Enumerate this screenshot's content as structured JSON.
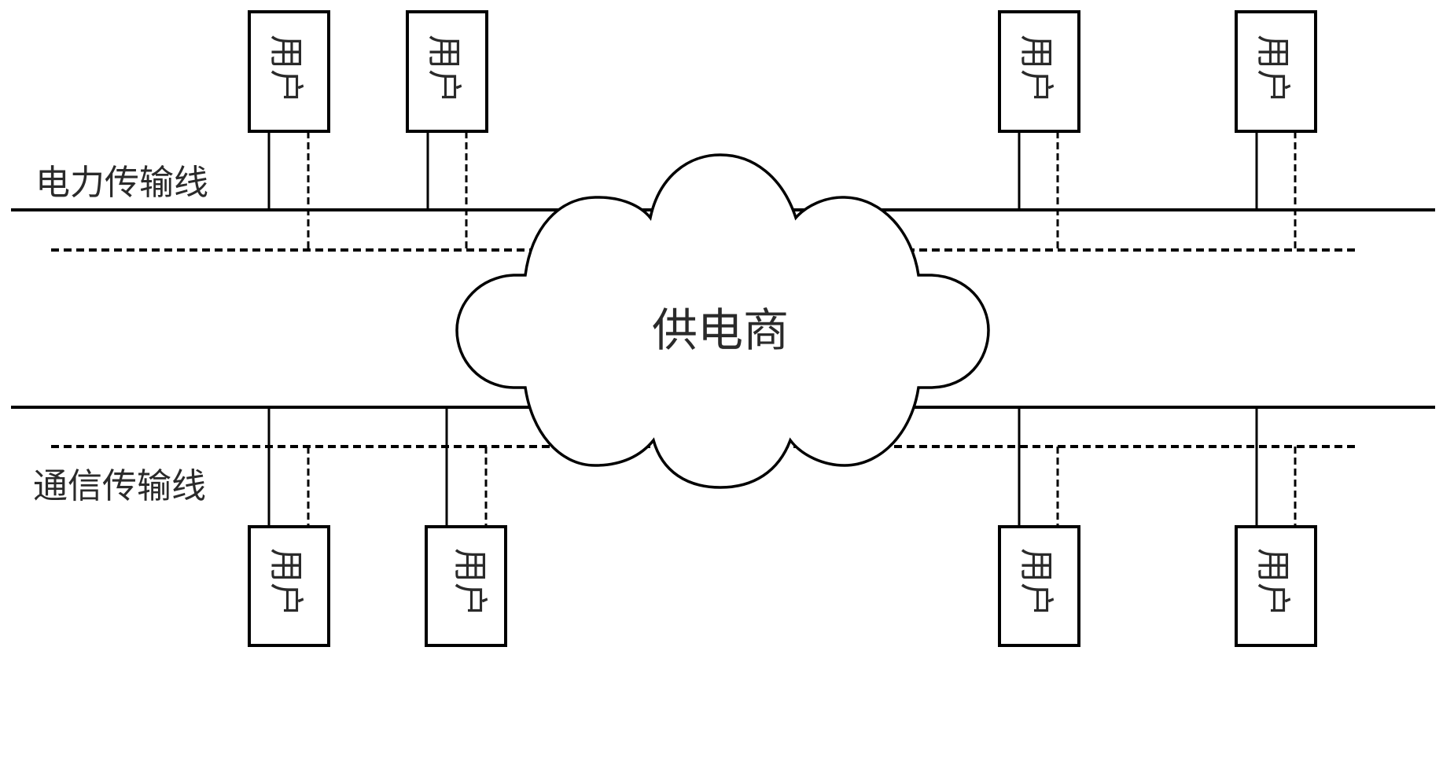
{
  "diagram": {
    "title": "供电商 power line / communication line topology",
    "provider": {
      "label": "供电商",
      "icon": "cloud-shape"
    },
    "lines": {
      "power": {
        "label": "电力传输线",
        "style": "solid"
      },
      "communication": {
        "label": "通信传输线",
        "style": "dashed"
      }
    },
    "user_label": "用户",
    "users_top": [
      {
        "id": "top-1",
        "label": "用户",
        "connects": [
          "power-line-solid",
          "power-line-dashed"
        ]
      },
      {
        "id": "top-2",
        "label": "用户",
        "connects": [
          "power-line-solid",
          "power-line-dashed"
        ]
      },
      {
        "id": "top-3",
        "label": "用户",
        "connects": [
          "power-line-solid",
          "power-line-dashed"
        ]
      },
      {
        "id": "top-4",
        "label": "用户",
        "connects": [
          "power-line-solid",
          "power-line-dashed"
        ]
      }
    ],
    "users_bottom": [
      {
        "id": "bottom-1",
        "label": "用户",
        "connects": [
          "comm-line-solid",
          "comm-line-dashed"
        ]
      },
      {
        "id": "bottom-2",
        "label": "用户",
        "connects": [
          "comm-line-solid",
          "comm-line-dashed"
        ]
      },
      {
        "id": "bottom-3",
        "label": "用户",
        "connects": [
          "comm-line-solid",
          "comm-line-dashed"
        ]
      },
      {
        "id": "bottom-4",
        "label": "用户",
        "connects": [
          "comm-line-solid",
          "comm-line-dashed"
        ]
      }
    ],
    "colors": {
      "stroke": "#000000",
      "background": "#ffffff",
      "text": "#2a2a2a"
    }
  }
}
